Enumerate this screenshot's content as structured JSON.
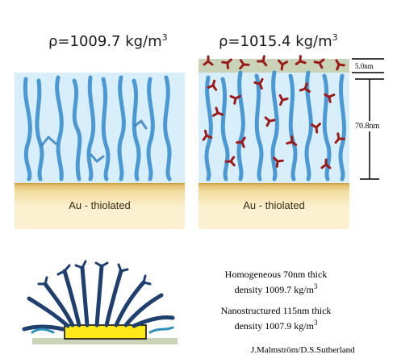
{
  "panel_left": {
    "density_prefix": "ρ=1009.7 kg/m",
    "density_exp": "3",
    "substrate_label": "Au - thiolated"
  },
  "panel_right": {
    "density_prefix": "ρ=1015.4 kg/m",
    "density_exp": "3",
    "substrate_label": "Au - thiolated",
    "dim_top_label": "5.0nm",
    "dim_main_label": "70.8nm"
  },
  "captions": {
    "homogeneous_line1": "Homogeneous 70nm thick",
    "homogeneous_line2": "density 1009.7 kg/m",
    "homogeneous_exp": "3",
    "nano_line1": "Nanostructured 115nm thick",
    "nano_line2": "density 1007.9 kg/m",
    "nano_exp": "3",
    "credit": "J.Malmström/D.S.Sutherland"
  },
  "colors": {
    "polymer": "#3b8fd0",
    "protein": "#9b1b1b",
    "water": "#d9eefb",
    "gold": "#f3dca0",
    "nano_polymer": "#1f3f6e"
  }
}
